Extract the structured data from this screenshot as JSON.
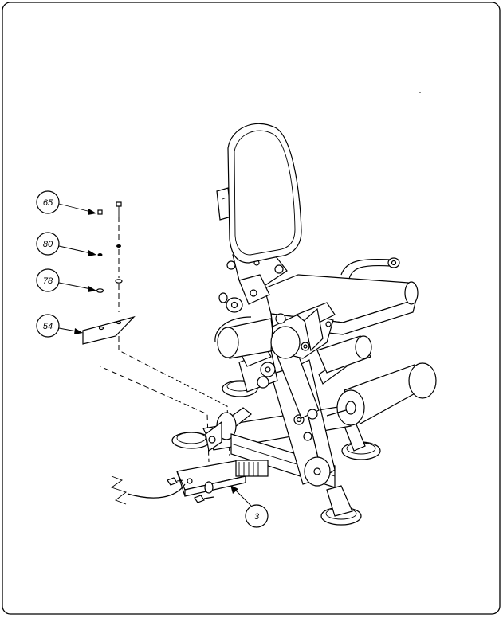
{
  "callouts": [
    {
      "id": "c65",
      "label": "65"
    },
    {
      "id": "c80",
      "label": "80"
    },
    {
      "id": "c78",
      "label": "78"
    },
    {
      "id": "c54",
      "label": "54"
    },
    {
      "id": "c3",
      "label": "3"
    }
  ],
  "colors": {
    "line": "#000000",
    "paper": "#ffffff",
    "shadow": "#d8d8d8"
  }
}
